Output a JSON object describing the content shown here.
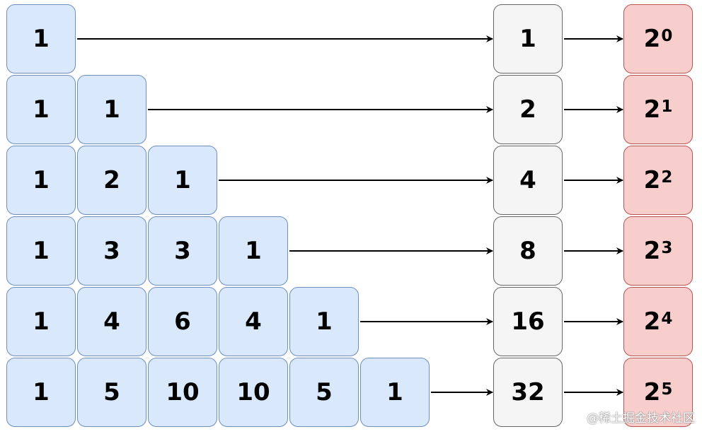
{
  "triangle": [
    [
      "1"
    ],
    [
      "1",
      "1"
    ],
    [
      "1",
      "2",
      "1"
    ],
    [
      "1",
      "3",
      "3",
      "1"
    ],
    [
      "1",
      "4",
      "6",
      "4",
      "1"
    ],
    [
      "1",
      "5",
      "10",
      "10",
      "5",
      "1"
    ]
  ],
  "sums": [
    "1",
    "2",
    "4",
    "8",
    "16",
    "32"
  ],
  "powers": [
    {
      "base": "2",
      "exp": "0"
    },
    {
      "base": "2",
      "exp": "1"
    },
    {
      "base": "2",
      "exp": "2"
    },
    {
      "base": "2",
      "exp": "3"
    },
    {
      "base": "2",
      "exp": "4"
    },
    {
      "base": "2",
      "exp": "5"
    }
  ],
  "watermark": "@稀土掘金技术社区",
  "colors": {
    "triangle_fill": "#dae8fc",
    "triangle_stroke": "#6c8ebf",
    "sum_fill": "#f5f5f5",
    "sum_stroke": "#666666",
    "power_fill": "#f8cecc",
    "power_stroke": "#b85450"
  }
}
